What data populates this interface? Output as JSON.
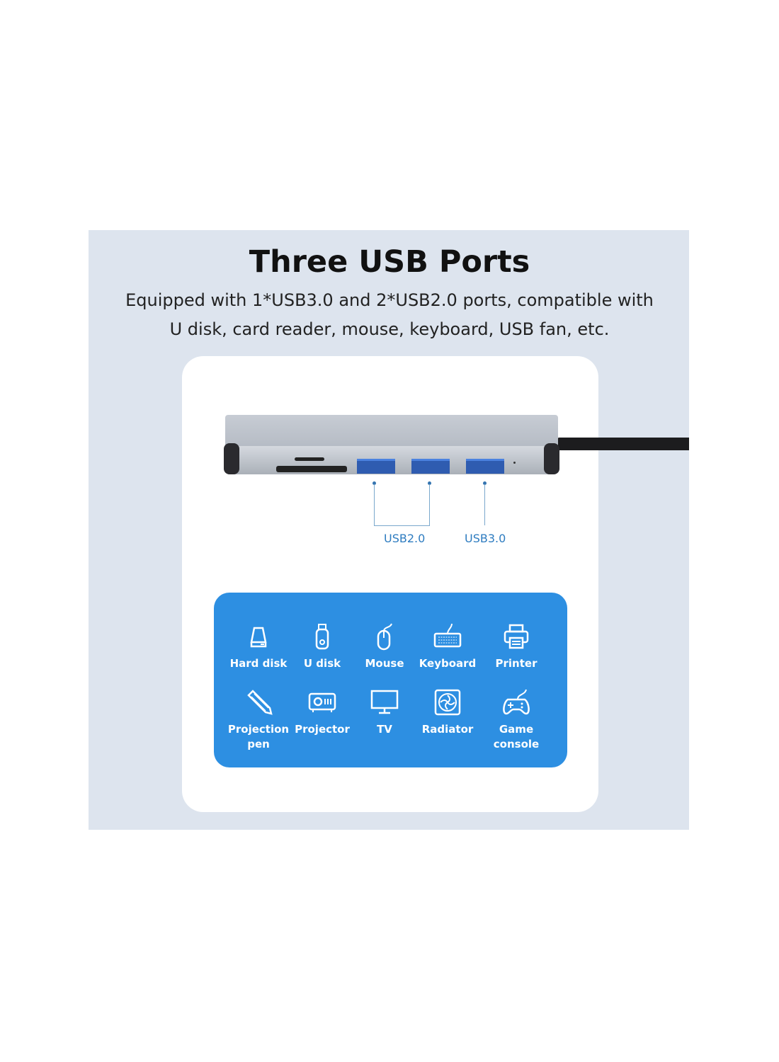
{
  "heading": "Three USB Ports",
  "subtitle_line1": "Equipped with 1*USB3.0 and 2*USB2.0 ports, compatible with",
  "subtitle_line2": "U disk, card reader, mouse, keyboard, USB fan, etc.",
  "port_labels": {
    "usb2": "USB2.0",
    "usb3": "USB3.0"
  },
  "colors": {
    "panel": "#dde4ee",
    "accent_blue": "#2d8fe2",
    "label_blue": "#2e7cc0"
  },
  "devices": [
    {
      "label": "Hard disk",
      "icon": "hard-disk-icon"
    },
    {
      "label": "U disk",
      "icon": "usb-drive-icon"
    },
    {
      "label": "Mouse",
      "icon": "mouse-icon"
    },
    {
      "label": "Keyboard",
      "icon": "keyboard-icon"
    },
    {
      "label": "Printer",
      "icon": "printer-icon"
    },
    {
      "label": "Projection pen",
      "icon": "pen-icon"
    },
    {
      "label": "Projector",
      "icon": "projector-icon"
    },
    {
      "label": "TV",
      "icon": "tv-icon"
    },
    {
      "label": "Radiator",
      "icon": "fan-icon"
    },
    {
      "label": "Game console",
      "icon": "gamepad-icon"
    }
  ]
}
